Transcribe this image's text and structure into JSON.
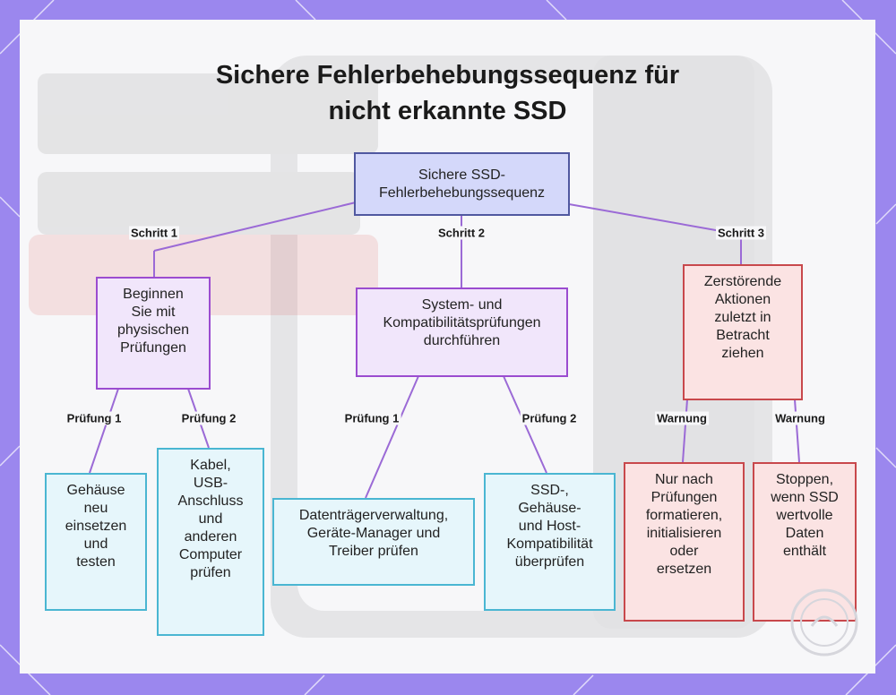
{
  "title": {
    "line1": "Sichere Fehlerbehebungssequenz für",
    "line2": "nicht erkannte SSD"
  },
  "colors": {
    "frame": "#9b87ee",
    "root_fill": "#d4d8fa",
    "step_fill": "#f1e6fb",
    "warning_fill": "#fbe3e3",
    "check_fill": "#e6f6fb",
    "edge": "#9b6ad6"
  },
  "nodes": {
    "root": "Sichere SSD-\nFehlerbehebungssequenz",
    "step1": "Beginnen\nSie mit\nphysischen\nPrüfungen",
    "step2": "System- und\nKompatibilitätsprüfungen\ndurchführen",
    "step3": "Zerstörende\nAktionen\nzuletzt in\nBetracht\nziehen",
    "s1c1": "Gehäuse\nneu\neinsetzen\nund\ntesten",
    "s1c2": "Kabel,\nUSB-\nAnschluss\nund\nanderen\nComputer\nprüfen",
    "s2c1": "Datenträgerverwaltung,\nGeräte-Manager und\nTreiber prüfen",
    "s2c2": "SSD-,\nGehäuse-\nund Host-\nKompatibilität\nüberprüfen",
    "s3w1": "Nur nach\nPrüfungen\nformatieren,\ninitialisieren\noder\nersetzen",
    "s3w2": "Stoppen,\nwenn SSD\nwertvolle\nDaten\nenthält"
  },
  "edge_labels": {
    "step1": "Schritt 1",
    "step2": "Schritt 2",
    "step3": "Schritt 3",
    "s1c1": "Prüfung 1",
    "s1c2": "Prüfung 2",
    "s2c1": "Prüfung 1",
    "s2c2": "Prüfung 2",
    "s3w1": "Warnung",
    "s3w2": "Warnung"
  }
}
